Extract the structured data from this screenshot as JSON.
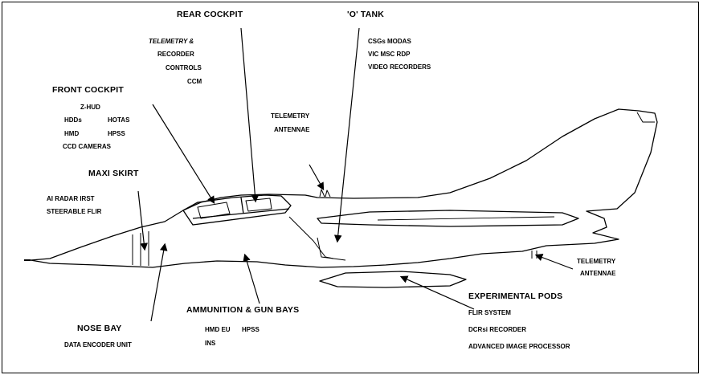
{
  "groups": {
    "rear_cockpit": {
      "title": "REAR COCKPIT",
      "items": [
        "TELEMETRY &",
        "RECORDER",
        "CONTROLS",
        "CCM"
      ]
    },
    "o_tank": {
      "title": "'O' TANK",
      "items": [
        "CSGs MODAS",
        "VIC MSC RDP",
        "VIDEO RECORDERS"
      ]
    },
    "front_cockpit": {
      "title": "FRONT COCKPIT",
      "items": [
        "Z-HUD",
        "HDDs",
        "HOTAS",
        "HMD",
        "HPSS",
        "CCD CAMERAS"
      ]
    },
    "telemetry_upper": {
      "items": [
        "TELEMETRY",
        "ANTENNAE"
      ]
    },
    "maxi_skirt": {
      "title": "MAXI SKIRT",
      "items": [
        "AI RADAR IRST",
        "STEERABLE FLIR"
      ]
    },
    "telemetry_lower": {
      "items": [
        "TELEMETRY",
        "ANTENNAE"
      ]
    },
    "experimental_pods": {
      "title": "EXPERIMENTAL PODS",
      "items": [
        "FLIR SYSTEM",
        "DCRsi RECORDER",
        "ADVANCED IMAGE PROCESSOR"
      ]
    },
    "ammunition": {
      "title": "AMMUNITION & GUN BAYS",
      "items": [
        "HMD EU",
        "HPSS",
        "INS"
      ]
    },
    "nose_bay": {
      "title": "NOSE BAY",
      "items": [
        "DATA ENCODER UNIT"
      ]
    }
  },
  "colors": {
    "ink": "#000000",
    "background": "#ffffff"
  }
}
